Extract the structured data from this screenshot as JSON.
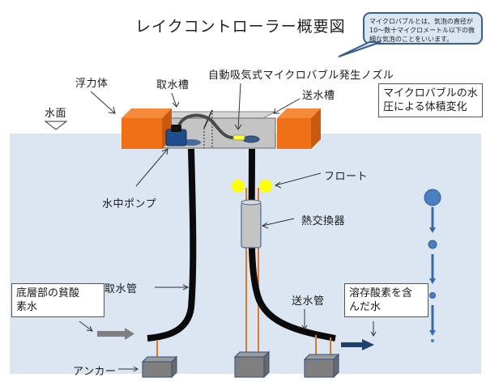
{
  "title": "レイクコントローラー概要図",
  "callout": {
    "text": "マイクロバブルとは、気泡の直径が10～数十マイクロメートル以下の微細な気泡のことをいいます。"
  },
  "labels": {
    "water_surface": "水面",
    "float_body": "浮力体",
    "intake_tank": "取水槽",
    "nozzle": "自動吸気式マイクロバブル発生ノズル",
    "delivery_tank": "送水槽",
    "submersible_pump": "水中ポンプ",
    "float": "フロート",
    "heat_exchanger": "熱交換器",
    "intake_pipe": "取水管",
    "delivery_pipe": "送水管",
    "anchor": "アンカー"
  },
  "boxes": {
    "bubble_volume": "マイクロバブルの水圧による体積変化",
    "bubble_volume_lines": [
      "マイクロバブルの水",
      "圧による体積変化"
    ],
    "low_oxygen_lines": [
      "底層部の貧酸",
      "素水"
    ],
    "dissolved_oxygen_lines": [
      "溶存酸素を含",
      "んだ水"
    ]
  },
  "colors": {
    "water": "#dce5f2",
    "float_orange": "#f07018",
    "tank_gray": "#c0c0c0",
    "pump_blue": "#1f4e8c",
    "pipe_black": "#0a0a0a",
    "float_yellow": "#ffff00",
    "rope_orange": "#e07a2a",
    "anchor_gray": "#7f7f7f",
    "bubble_blue": "#4a7fc1",
    "arrow_navy": "#1f3f6e"
  }
}
